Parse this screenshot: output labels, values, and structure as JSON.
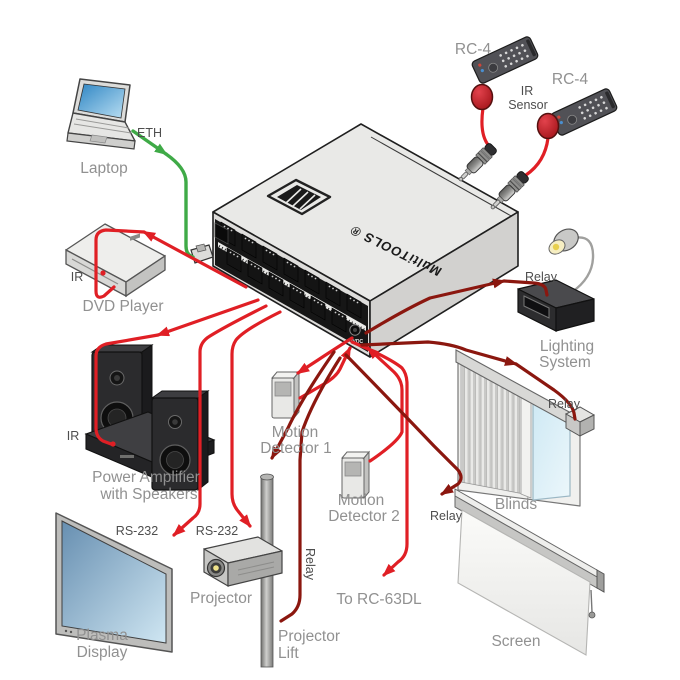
{
  "colors": {
    "wire-red": "#e01f25",
    "wire-darkred": "#8b170f",
    "wire-green": "#3faa47",
    "label-gray": "#919191",
    "sublabel-gray": "#4e4e4e"
  },
  "central_device": {
    "model": "MultiTOOLS ®",
    "logo": "kramer-logo",
    "power_port": "12VDC"
  },
  "labels": {
    "laptop": "Laptop",
    "eth": "ETH",
    "rc4_top": "RC-4",
    "rc4_right": "RC-4",
    "ir_sensor_1": "IR",
    "ir_sensor_2": "Sensor",
    "dvd_ir": "IR",
    "dvd": "DVD Player",
    "amp_ir": "IR",
    "amp_1": "Power Amplifier",
    "amp_2": "with Speakers",
    "rs232_plasma": "RS-232",
    "rs232_projector": "RS-232",
    "plasma_1": "Plasma",
    "plasma_2": "Display",
    "projector": "Projector",
    "lift_1": "Projector",
    "lift_2": "Lift",
    "lift_relay": "Relay",
    "md1_1": "Motion",
    "md1_2": "Detector 1",
    "md2_1": "Motion",
    "md2_2": "Detector 2",
    "rc63dl": "To RC-63DL",
    "lighting_relay": "Relay",
    "lighting_1": "Lighting",
    "lighting_2": "System",
    "blinds_relay": "Relay",
    "blinds": "Blinds",
    "screen_relay": "Relay",
    "screen": "Screen"
  }
}
